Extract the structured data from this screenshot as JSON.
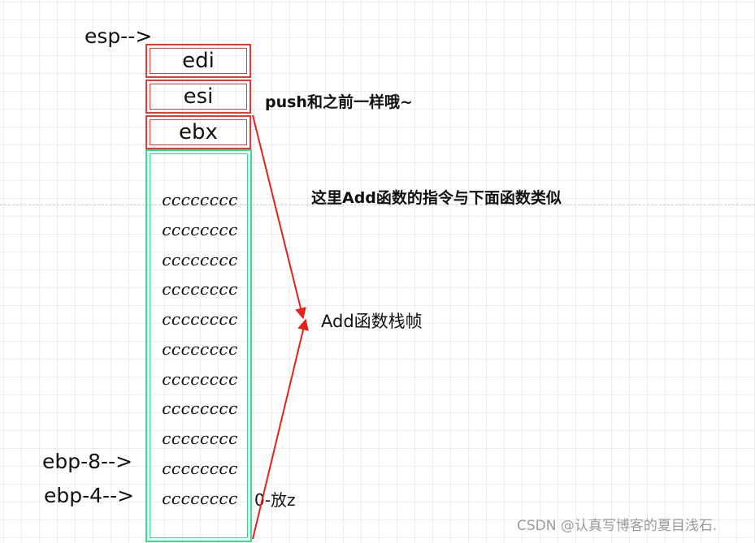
{
  "labels": {
    "esp": "esp-->",
    "ebp8": "ebp-8-->",
    "ebp4": "ebp-4-->"
  },
  "stack": {
    "registers": [
      "edi",
      "esi",
      "ebx"
    ],
    "fill_value": "cccccccc",
    "fill_rows": 11
  },
  "notes": {
    "push": "push和之前一样哦~",
    "add_similar": "这里Add函数的指令与下面函数类似",
    "frame": "Add函数栈帧",
    "z": "0-放z"
  },
  "watermark": "CSDN @认真写博客的夏目浅石.",
  "colors": {
    "register_border": "#e53935",
    "frame_border": "#2ee08a",
    "arrow": "#e8201c",
    "grid": "#ececec"
  }
}
